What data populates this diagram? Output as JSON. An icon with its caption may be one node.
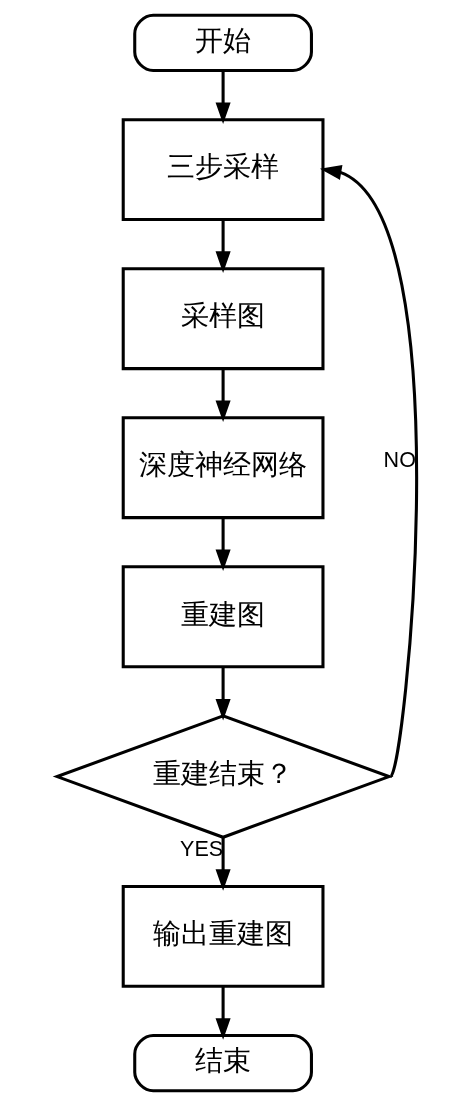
{
  "diagram": {
    "nodes": [
      {
        "text": [
          "开始"
        ]
      },
      {
        "text": [
          "三步采样"
        ]
      },
      {
        "text": [
          "采样图"
        ]
      },
      {
        "text": [
          "深度神经网络"
        ]
      },
      {
        "text": [
          "重建图"
        ]
      },
      {
        "text": [
          "重建结束？"
        ]
      },
      {
        "text": [
          "输出重建图"
        ]
      },
      {
        "text": [
          "结束"
        ]
      }
    ],
    "edges": [
      {
        "from": 0,
        "to": 1,
        "arrow": "to"
      },
      {
        "from": 1,
        "to": 2,
        "arrow": "to"
      },
      {
        "from": 2,
        "to": 3,
        "arrow": "to"
      },
      {
        "from": 3,
        "to": 4,
        "arrow": "to"
      },
      {
        "from": 4,
        "to": 5,
        "arrow": "to"
      },
      {
        "from": 5,
        "to": 1,
        "arrow": "to",
        "label": "NO"
      },
      {
        "from": 5,
        "to": 6,
        "arrow": "to",
        "label": "YES"
      },
      {
        "from": 6,
        "to": 7,
        "arrow": "to"
      }
    ]
  }
}
